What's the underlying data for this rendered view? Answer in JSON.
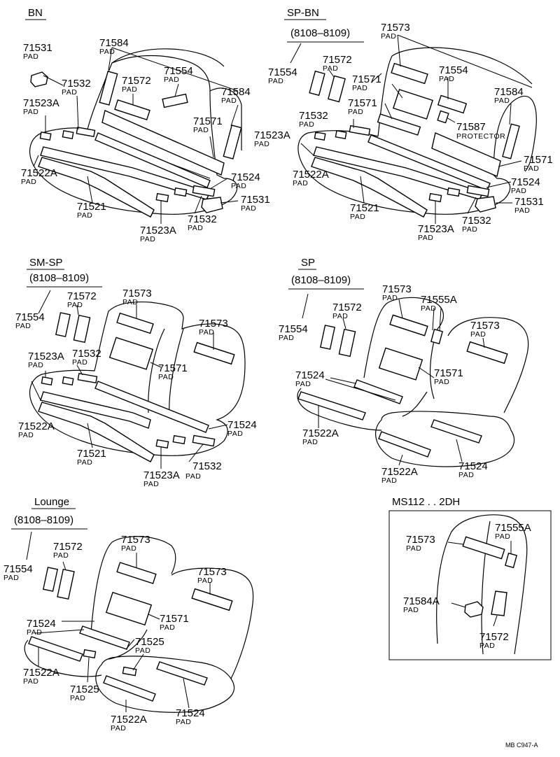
{
  "sections": {
    "bn": {
      "title": "BN"
    },
    "spbn": {
      "title": "SP-BN",
      "range": "(8108–8109)"
    },
    "smsp": {
      "title": "SM-SP",
      "range": "(8108–8109)"
    },
    "sp": {
      "title": "SP",
      "range": "(8108–8109)"
    },
    "lounge": {
      "title": "Lounge",
      "range": "(8108–8109)"
    },
    "ms112": {
      "title": "MS112 . . 2DH"
    }
  },
  "labels": {
    "pad": "PAD",
    "protector": "PROTECTOR",
    "p71531": "71531",
    "p71532": "71532",
    "p71523A": "71523A",
    "p71522A": "71522A",
    "p71521": "71521",
    "p71584": "71584",
    "p71572": "71572",
    "p71554": "71554",
    "p71571": "71571",
    "p71524": "71524",
    "p71573": "71573",
    "p71587": "71587",
    "p71555A": "71555A",
    "p71525": "71525",
    "p71584A": "71584A"
  },
  "footer_code": "MB  C947-A"
}
